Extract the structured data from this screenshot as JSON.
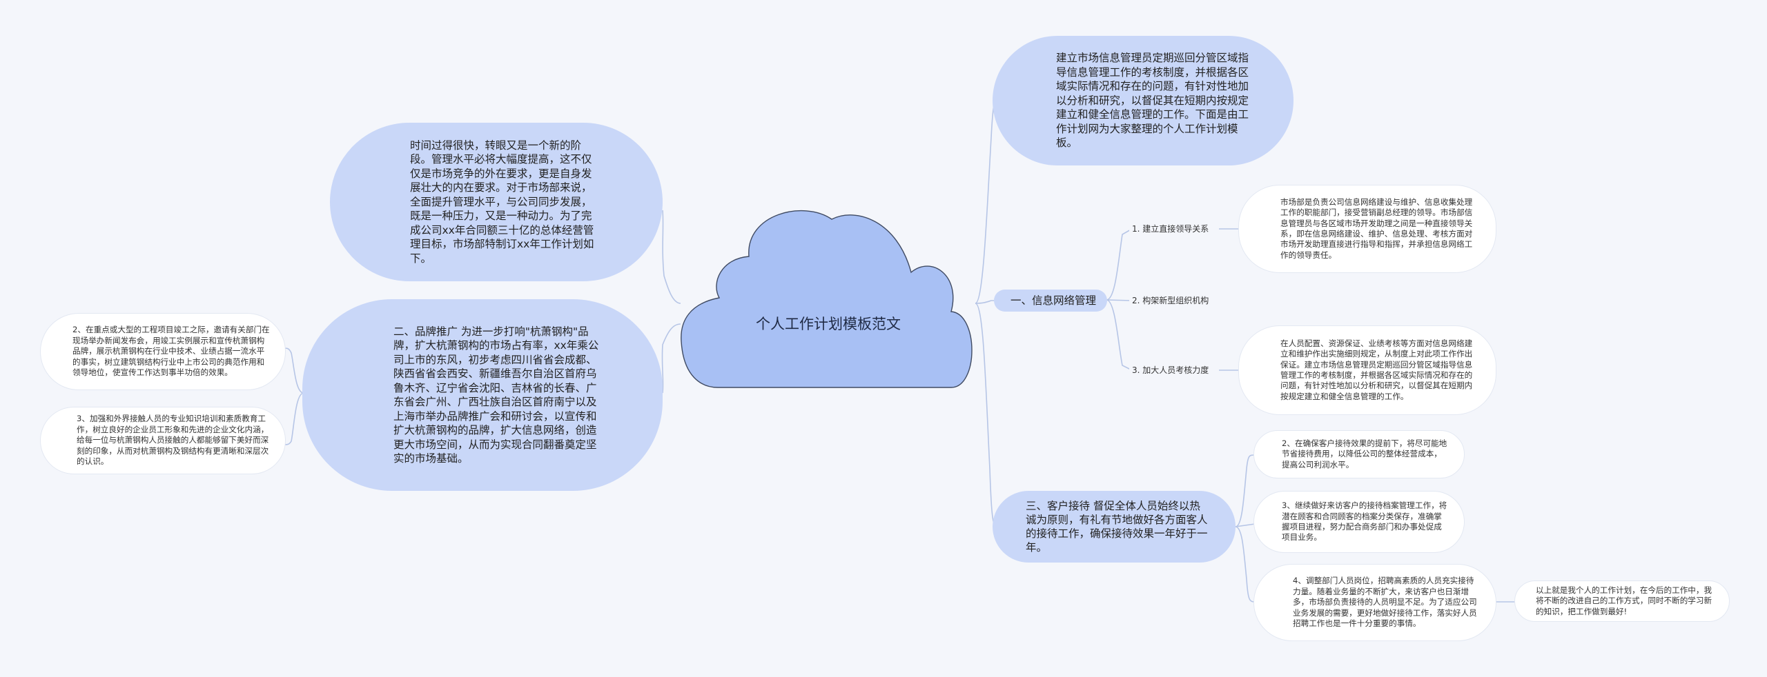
{
  "center": {
    "title": "个人工作计划模板范文"
  },
  "intro_left": "时间过得很快，转眼又是一个新的阶段。管理水平必将大幅度提高，这不仅仅是市场竞争的外在要求，更是自身发展壮大的内在要求。对于市场部来说，全面提升管理水平，与公司同步发展，既是一种压力，又是一种动力。为了完成公司xx年合同额三十亿的总体经营管理目标，市场部特制订xx年工作计划如下。",
  "intro_right": "建立市场信息管理员定期巡回分管区域指导信息管理工作的考核制度，并根据各区域实际情况和存在的问题，有针对性地加以分析和研究，以督促其在短期内按规定建立和健全信息管理的工作。下面是由工作计划网为大家整理的个人工作计划模板。",
  "promotion": {
    "text": "二、品牌推广 为进一步打响\"杭萧钢构\"品牌，扩大杭萧钢构的市场占有率，xx年乘公司上市的东风，初步考虑四川省省会成都、陕西省省会西安、新疆维吾尔自治区首府乌鲁木齐、辽宁省会沈阳、吉林省的长春、广东省会广州、广西壮族自治区首府南宁以及上海市举办品牌推广会和研讨会，以宣传和扩大杭萧钢构的品牌，扩大信息网络，创造更大市场空间，从而为实现合同翻番奠定坚实的市场基础。",
    "children": [
      "2、在重点或大型的工程项目竣工之际，邀请有关部门在现场举办新闻发布会，用竣工实例展示和宣传杭萧钢构品牌，展示杭萧钢构在行业中技术、业绩占据一流水平的事实，树立建筑钢结构行业中上市公司的典范作用和领导地位，使宣传工作达到事半功倍的效果。",
      "3、加强和外界接触人员的专业知识培训和素质教育工作，树立良好的企业员工形象和先进的企业文化内涵，给每一位与杭萧钢构人员接触的人都能够留下美好而深刻的印象，从而对杭萧钢构及钢结构有更清晰和深层次的认识。"
    ]
  },
  "network": {
    "title": "一、信息网络管理",
    "items": [
      {
        "label": "1. 建立直接领导关系",
        "detail": "市场部是负责公司信息网络建设与维护、信息收集处理工作的职能部门，接受营销副总经理的领导。市场部信息管理员与各区域市场开发助理之间是一种直接领导关系，即在信息网络建设、维护、信息处理、考核方面对市场开发助理直接进行指导和指挥，并承担信息网络工作的领导责任。"
      },
      {
        "label": "2. 构架新型组织机构",
        "detail": ""
      },
      {
        "label": "3. 加大人员考核力度",
        "detail": "在人员配置、资源保证、业绩考核等方面对信息网络建立和维护作出实施细则规定，从制度上对此项工作作出保证。建立市场信息管理员定期巡回分管区域指导信息管理工作的考核制度，并根据各区域实际情况和存在的问题，有针对性地加以分析和研究，以督促其在短期内按规定建立和健全信息管理的工作。"
      }
    ]
  },
  "reception": {
    "title": "三、客户接待 督促全体人员始终以热诚为原则，有礼有节地做好各方面客人的接待工作，确保接待效果一年好于一年。",
    "items": [
      "2、在确保客户接待效果的提前下，将尽可能地节省接待费用，以降低公司的整体经营成本，提高公司利润水平。",
      "3、继续做好来访客户的接待档案管理工作，将潜在顾客和合同顾客的档案分类保存，准确掌握项目进程，努力配合商务部门和办事处促成项目业务。",
      "4、调整部门人员岗位，招聘高素质的人员充实接待力量。随着业务量的不断扩大，来访客户也日渐增多，市场部负责接待的人员明显不足。为了适应公司业务发展的需要，更好地做好接待工作，落实好人员招聘工作也是一件十分重要的事情。"
    ],
    "conclusion": "以上就是我个人的工作计划，在今后的工作中，我将不断的改进自己的工作方式，同时不断的学习新的知识，把工作做到最好!"
  },
  "colors": {
    "node_fill": "#c9d7f8",
    "cloud_fill": "#a8c0f4",
    "cloud_stroke": "#3f4a62",
    "connector": "#b6c5e6",
    "background": "#f4f6fb"
  }
}
